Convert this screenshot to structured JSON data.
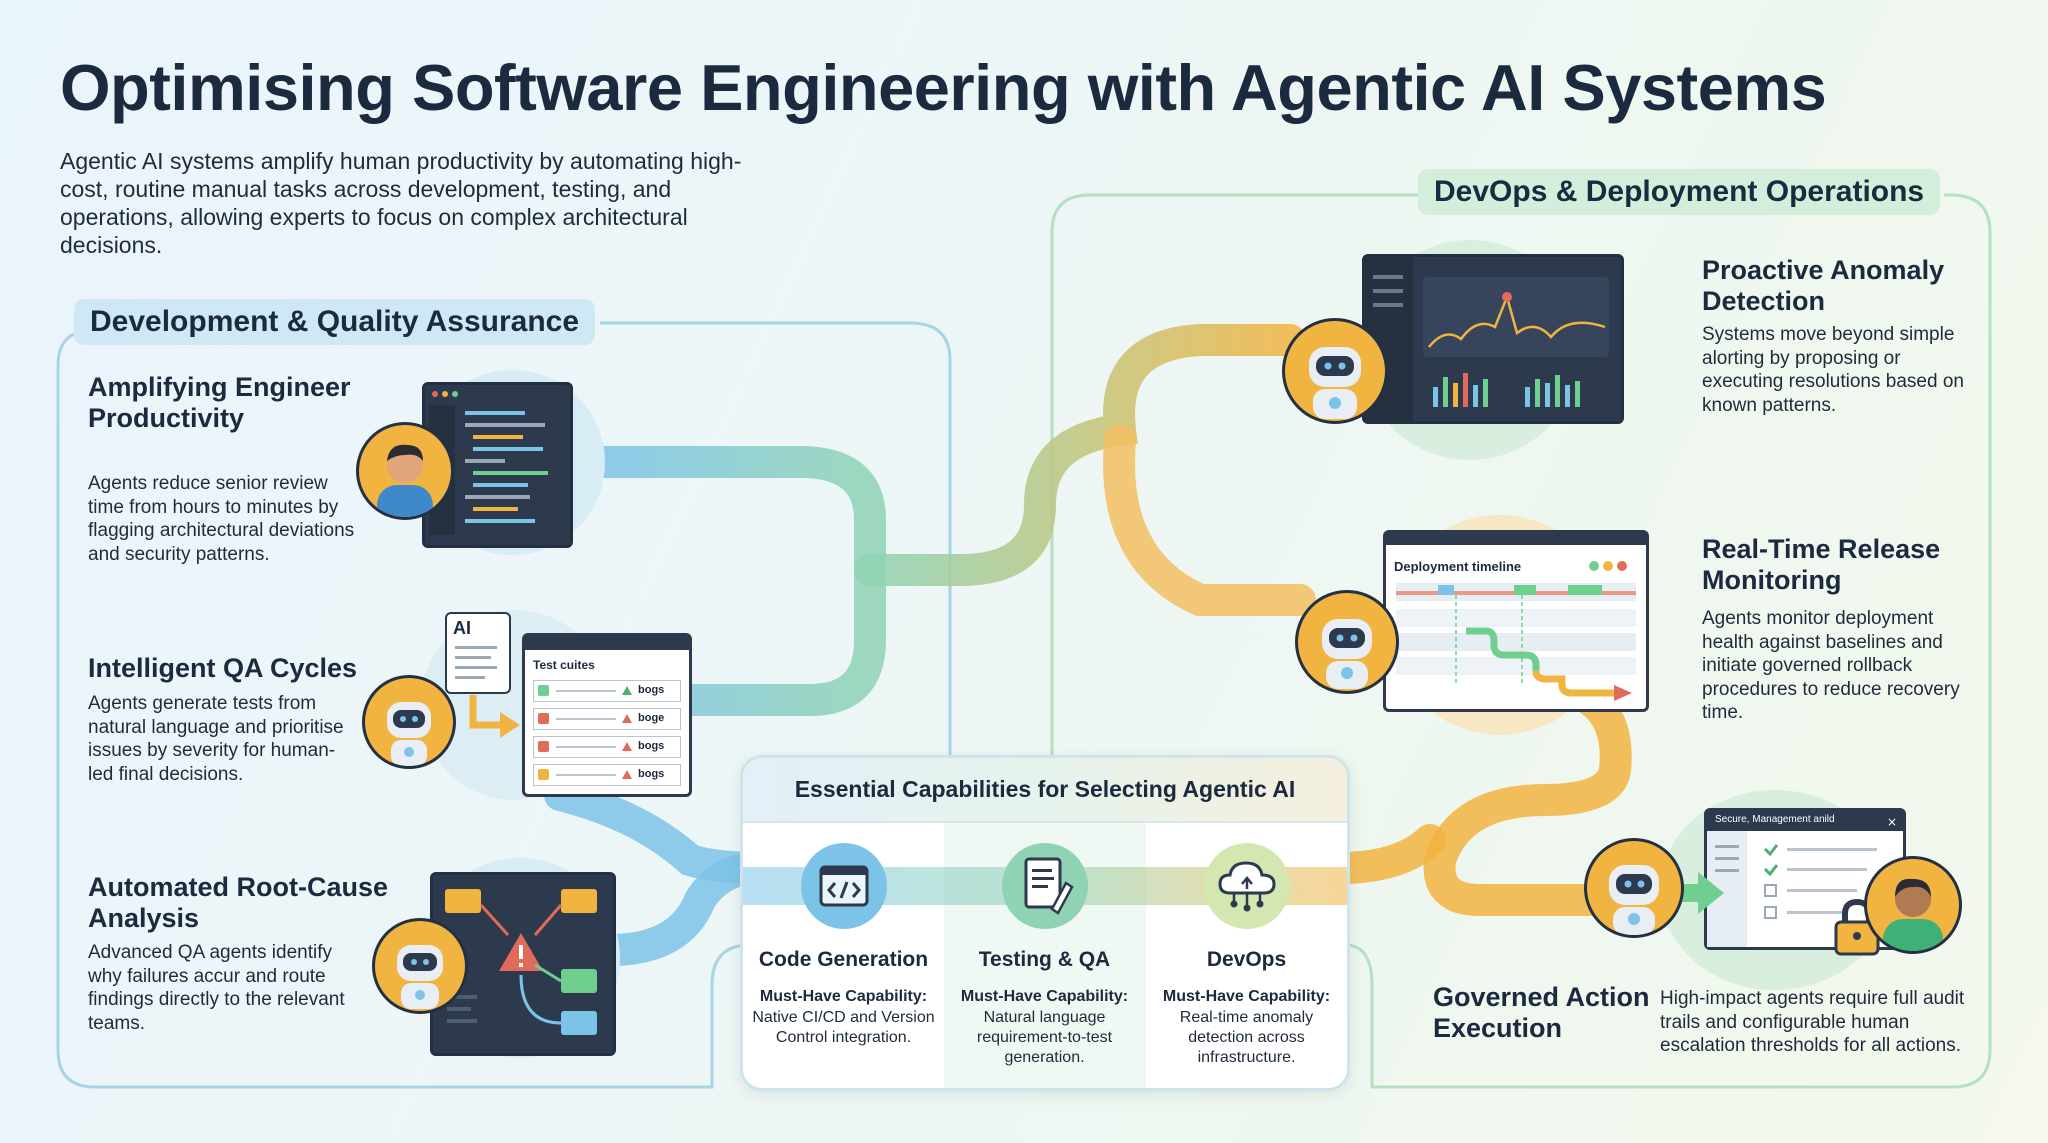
{
  "page": {
    "title": "Optimising Software Engineering with Agentic AI Systems",
    "intro": "Agentic AI systems amplify human productivity by automating high-cost, routine manual tasks across development, testing, and operations, allowing experts to focus on complex architectural decisions."
  },
  "colors": {
    "dev_flow": "#7cc3e8",
    "qa_flow": "#8fd3b4",
    "ops_flow": "#f2b441",
    "accent_orange": "#f2b441",
    "dark_panel": "#2d3a4e"
  },
  "dev_section": {
    "tag": "Development & Quality Assurance",
    "items": [
      {
        "title": "Amplifying Engineer Productivity",
        "desc": "Agents reduce senior review time from hours to minutes by flagging architectural deviations and security patterns.",
        "icon": "engineer-code-icon"
      },
      {
        "title": "Intelligent QA Cycles",
        "desc": "Agents generate tests from natural language and prioritise issues by severity for human-led final decisions.",
        "icon": "robot-test-suite-icon",
        "doc_label": "AI",
        "panel_title": "Test cuites",
        "panel_rows": [
          "bogs",
          "boge",
          "bogs",
          "bogs"
        ]
      },
      {
        "title": "Automated Root-Cause Analysis",
        "desc": "Advanced QA agents identify why failures accur and route findings directly to the relevant teams.",
        "icon": "robot-root-cause-icon"
      }
    ]
  },
  "ops_section": {
    "tag": "DevOps & Deployment Operations",
    "items": [
      {
        "title": "Proactive Anomaly Detection",
        "desc": "Systems move beyond simple alorting by proposing or executing resolutions based on known patterns.",
        "icon": "robot-dashboard-icon"
      },
      {
        "title": "Real-Time Release Monitoring",
        "desc": "Agents monitor deployment health against baselines and initiate governed rollback procedures to reduce recovery time.",
        "icon": "robot-timeline-icon",
        "panel_title": "Deployment timeline"
      },
      {
        "title": "Governed Action Execution",
        "desc": "High-impact agents require full audit trails and configurable human escalation thresholds for all actions.",
        "icon": "robot-governance-icon",
        "panel_title": "Secure, Management anild"
      }
    ]
  },
  "capabilities": {
    "title": "Essential Capabilities for Selecting Agentic AI",
    "columns": [
      {
        "name": "Code Generation",
        "must": "Must-Have Capability:",
        "desc": "Native CI/CD and Version Control integration.",
        "icon": "code-brackets-icon"
      },
      {
        "name": "Testing & QA",
        "must": "Must-Have Capability:",
        "desc": "Natural language requirement-to-test generation.",
        "icon": "document-pen-icon"
      },
      {
        "name": "DevOps",
        "must": "Must-Have Capability:",
        "desc": "Real-time anomaly detection across infrastructure.",
        "icon": "cloud-network-icon"
      }
    ]
  }
}
